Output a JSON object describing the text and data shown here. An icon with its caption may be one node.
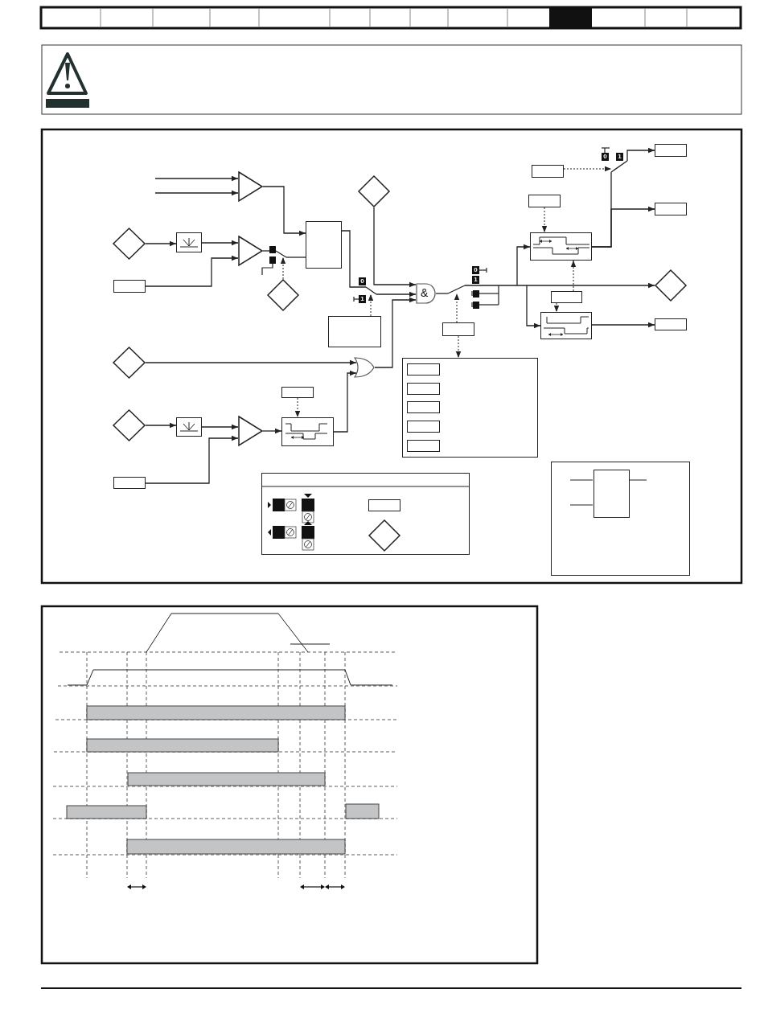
{
  "diagram": {
    "nodes": [
      {
        "text": [],
        "shape": "triangle"
      },
      {
        "text": [],
        "shape": "diamond"
      },
      {
        "text": [],
        "shape": "box"
      },
      {
        "text": [],
        "shape": "triangle"
      },
      {
        "text": [],
        "shape": "box"
      },
      {
        "text": [],
        "shape": "diamond"
      },
      {
        "text": [],
        "shape": "box"
      },
      {
        "text": [],
        "shape": "diamond"
      },
      {
        "text": [],
        "shape": "box"
      },
      {
        "text": [],
        "shape": "diamond"
      },
      {
        "text": [],
        "shape": "gate"
      },
      {
        "text": [
          "&"
        ]
      },
      {
        "text": [],
        "shape": "box"
      },
      {
        "text": [],
        "shape": "box"
      },
      {
        "text": [],
        "shape": "box",
        "in": 13
      },
      {
        "text": [],
        "shape": "box",
        "in": 13
      },
      {
        "text": [],
        "shape": "box",
        "in": 13
      },
      {
        "text": [],
        "shape": "box",
        "in": 13
      },
      {
        "text": [],
        "shape": "box",
        "in": 13
      },
      {
        "text": [],
        "shape": "diamond"
      },
      {
        "text": [],
        "shape": "box"
      },
      {
        "text": [],
        "shape": "triangle"
      },
      {
        "text": [],
        "shape": "box"
      },
      {
        "text": [],
        "shape": "box"
      },
      {
        "text": [],
        "shape": "box"
      },
      {
        "text": [],
        "shape": "box"
      },
      {
        "text": [],
        "shape": "box"
      },
      {
        "text": [],
        "shape": "box"
      },
      {
        "text": [],
        "shape": "box"
      },
      {
        "text": [],
        "shape": "box"
      },
      {
        "text": [],
        "shape": "box"
      },
      {
        "text": [],
        "shape": "box"
      },
      {
        "text": [],
        "shape": "diamond"
      },
      {
        "text": [],
        "shape": "box"
      },
      {
        "text": [],
        "shape": "box"
      },
      {
        "text": [],
        "shape": "box",
        "in": 34
      },
      {
        "text": [],
        "shape": "diamond",
        "in": 34
      },
      {
        "text": [],
        "shape": "box"
      },
      {
        "text": [],
        "shape": "box",
        "in": 37
      },
      {
        "text": [],
        "shape": "switch"
      },
      {
        "text": [],
        "shape": "switch"
      },
      {
        "text": [],
        "shape": "switch"
      },
      {
        "text": [],
        "shape": "switch"
      }
    ],
    "edges": [
      {
        "from": null,
        "to": 0,
        "arrow": "to"
      },
      {
        "from": null,
        "to": 0,
        "arrow": "to"
      },
      {
        "from": 0,
        "to": 6,
        "arrow": "to"
      },
      {
        "from": 1,
        "to": 2,
        "arrow": "to"
      },
      {
        "from": 2,
        "to": 3,
        "arrow": "to"
      },
      {
        "from": 4,
        "to": 3,
        "arrow": "to"
      },
      {
        "from": 3,
        "to": 39,
        "arrow": "none"
      },
      {
        "from": 5,
        "to": 39,
        "arrow": "to",
        "style": "dashed"
      },
      {
        "from": 6,
        "to": 40,
        "arrow": "none"
      },
      {
        "from": 7,
        "to": 11,
        "arrow": "to"
      },
      {
        "from": 8,
        "to": 40,
        "arrow": "to",
        "style": "dashed"
      },
      {
        "from": 9,
        "to": 10,
        "arrow": "to"
      },
      {
        "from": 10,
        "to": 11,
        "arrow": "to"
      },
      {
        "from": 19,
        "to": 20,
        "arrow": "to"
      },
      {
        "from": 20,
        "to": 21,
        "arrow": "to"
      },
      {
        "from": 24,
        "to": 21,
        "arrow": "to"
      },
      {
        "from": 21,
        "to": 23,
        "arrow": "to"
      },
      {
        "from": 22,
        "to": 23,
        "arrow": "to",
        "style": "dashed"
      },
      {
        "from": 23,
        "to": 10,
        "arrow": "to"
      },
      {
        "from": 11,
        "to": 41,
        "arrow": "none"
      },
      {
        "from": 12,
        "to": 41,
        "arrow": "to",
        "style": "dashed"
      },
      {
        "from": 12,
        "to": 13,
        "arrow": "to",
        "style": "dashed"
      },
      {
        "from": null,
        "to": 27,
        "arrow": "to"
      },
      {
        "from": null,
        "to": 29,
        "arrow": "to"
      },
      {
        "from": 26,
        "to": 27,
        "arrow": "to",
        "style": "dashed"
      },
      {
        "from": 28,
        "to": 27,
        "arrow": "to",
        "style": "dashed"
      },
      {
        "from": 28,
        "to": 29,
        "arrow": "to",
        "style": "dashed"
      },
      {
        "from": 27,
        "to": 31,
        "arrow": "to"
      },
      {
        "from": 27,
        "to": 42,
        "arrow": "none"
      },
      {
        "from": 25,
        "to": 42,
        "arrow": "to",
        "style": "dashed"
      },
      {
        "from": 29,
        "to": 33,
        "arrow": "to"
      },
      {
        "from": 39,
        "to": 6,
        "arrow": "none"
      },
      {
        "from": 40,
        "to": 11,
        "arrow": "to"
      },
      {
        "from": 41,
        "to": 32,
        "arrow": "to"
      },
      {
        "from": 42,
        "to": 30,
        "arrow": "to"
      }
    ],
    "labels": [
      "0",
      "1",
      "0",
      "1",
      "0",
      "1"
    ]
  }
}
